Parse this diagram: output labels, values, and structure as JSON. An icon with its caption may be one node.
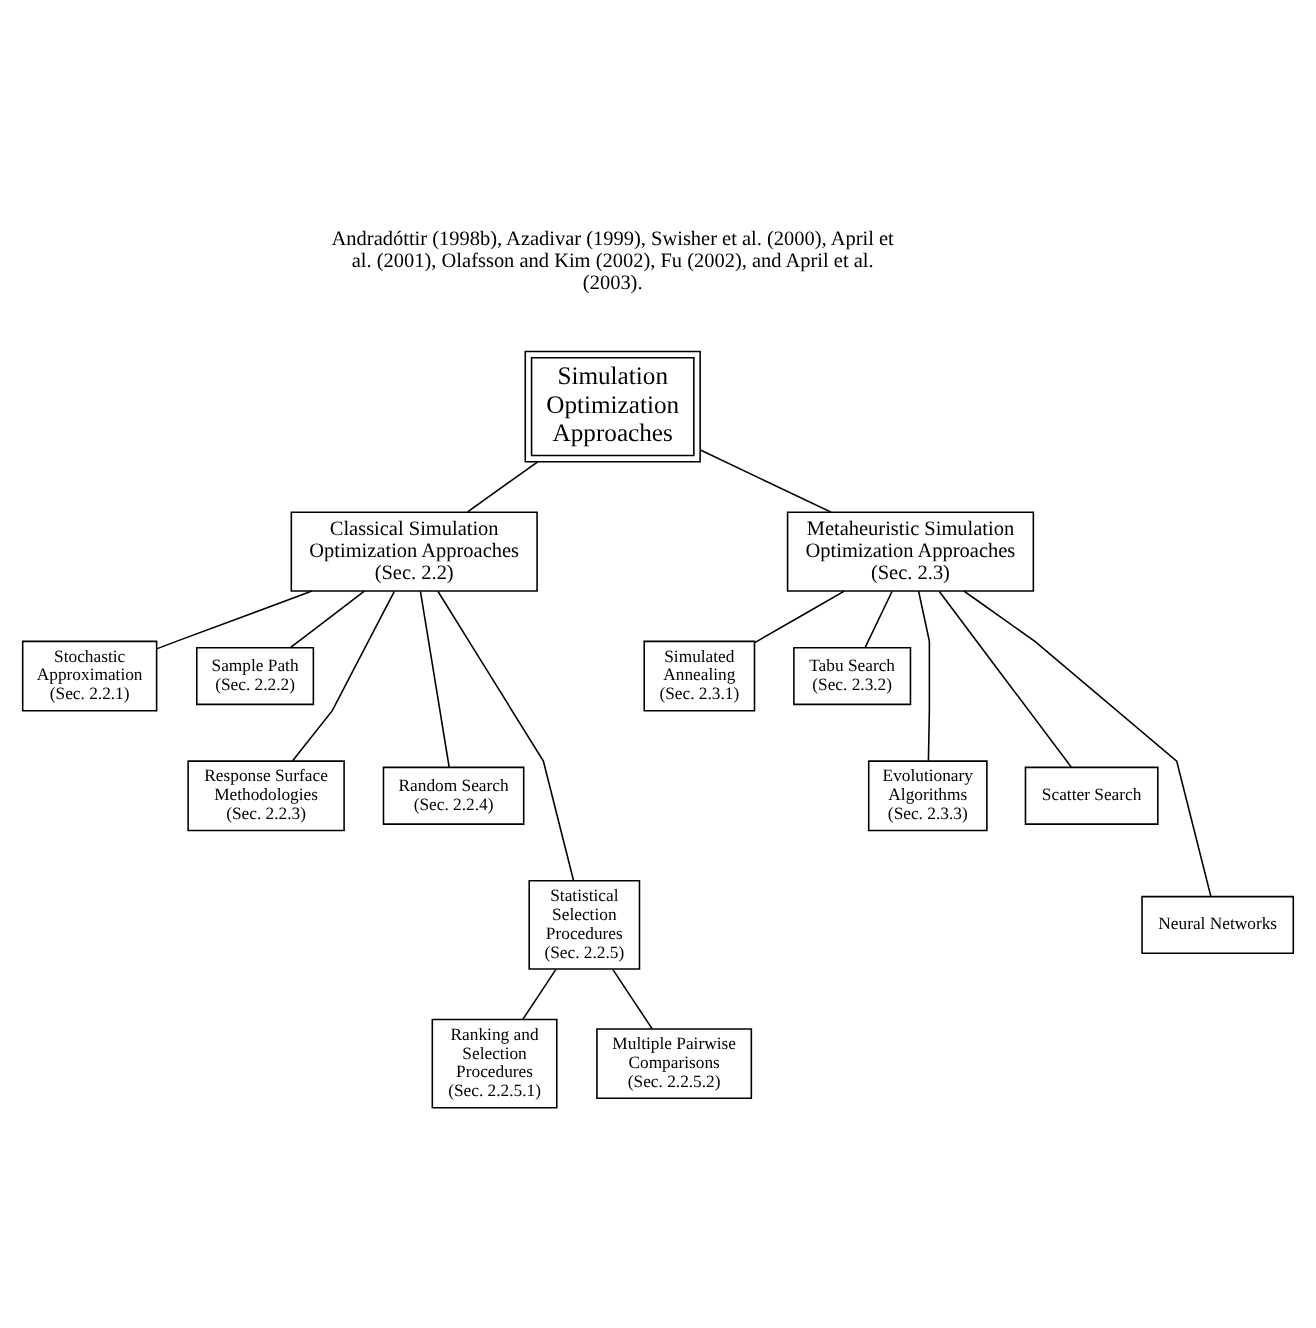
{
  "diagram": {
    "nodes": [
      {
        "text": [
          "Simulation Optimization Approaches"
        ]
      },
      {
        "text": [
          "Classical Simulation Optimization Approaches",
          "(Sec. 2.2)"
        ]
      },
      {
        "text": [
          "Metaheuristic Simulation Optimization Approaches",
          "(Sec. 2.3)"
        ]
      },
      {
        "text": [
          "Stochastic Approximation",
          "(Sec. 2.2.1)"
        ]
      },
      {
        "text": [
          "Sample Path",
          "(Sec. 2.2.2)"
        ]
      },
      {
        "text": [
          "Response Surface Methodologies",
          "(Sec. 2.2.3)"
        ]
      },
      {
        "text": [
          "Random Search",
          "(Sec. 2.2.4)"
        ]
      },
      {
        "text": [
          "Statistical Selection Procedures",
          "(Sec. 2.2.5)"
        ]
      },
      {
        "text": [
          "Ranking and Selection Procedures",
          "(Sec. 2.2.5.1)"
        ]
      },
      {
        "text": [
          "Multiple Pairwise Comparisons",
          "(Sec. 2.2.5.2)"
        ]
      },
      {
        "text": [
          "Simulated Annealing",
          "(Sec. 2.3.1)"
        ]
      },
      {
        "text": [
          "Tabu Search",
          "(Sec. 2.3.2)"
        ]
      },
      {
        "text": [
          "Evolutionary Algorithms",
          "(Sec. 2.3.3)"
        ]
      },
      {
        "text": [
          "Scatter Search"
        ]
      },
      {
        "text": [
          "Neural Networks"
        ]
      }
    ],
    "edges": [
      {
        "from": 0,
        "to": 1,
        "arrow": "none"
      },
      {
        "from": 0,
        "to": 2,
        "arrow": "none"
      },
      {
        "from": 1,
        "to": 3,
        "arrow": "none"
      },
      {
        "from": 1,
        "to": 4,
        "arrow": "none"
      },
      {
        "from": 1,
        "to": 5,
        "arrow": "none"
      },
      {
        "from": 1,
        "to": 6,
        "arrow": "none"
      },
      {
        "from": 1,
        "to": 7,
        "arrow": "none"
      },
      {
        "from": 7,
        "to": 8,
        "arrow": "none"
      },
      {
        "from": 7,
        "to": 9,
        "arrow": "none"
      },
      {
        "from": 2,
        "to": 10,
        "arrow": "none"
      },
      {
        "from": 2,
        "to": 11,
        "arrow": "none"
      },
      {
        "from": 2,
        "to": 12,
        "arrow": "none"
      },
      {
        "from": 2,
        "to": 13,
        "arrow": "none"
      },
      {
        "from": 2,
        "to": 14,
        "arrow": "none"
      }
    ],
    "labels": [
      "Andradóttir (1998b), Azadivar (1999), Swisher et al. (2000), April et al. (2001), Olafsson and Kim (2002), Fu (2002), and April et al. (2003)."
    ]
  }
}
